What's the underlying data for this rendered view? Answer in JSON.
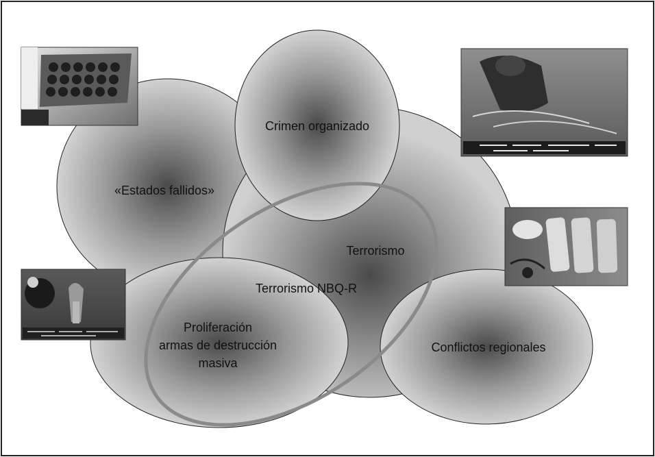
{
  "labels": {
    "estados_fallidos": "«Estados fallidos»",
    "crimen_organizado": "Crimen organizado",
    "terrorismo": "Terrorismo",
    "terrorismo_nbqr": "Terrorismo NBQ-R",
    "proliferacion_line1": "Proliferación",
    "proliferacion_line2": "armas de destrucción",
    "proliferacion_line3": "masiva",
    "conflictos_regionales": "Conflictos regionales"
  },
  "colors": {
    "frame": "#222222",
    "bubble_center": "#4a4a4a",
    "bubble_edge": "#d2d2d2",
    "nbqr_ring": "#8a8a8a"
  },
  "photos": [
    {
      "name": "photo-launcher-tubes"
    },
    {
      "name": "photo-person-with-wires"
    },
    {
      "name": "photo-explosive-belt"
    },
    {
      "name": "photo-mushroom-cloud"
    }
  ]
}
